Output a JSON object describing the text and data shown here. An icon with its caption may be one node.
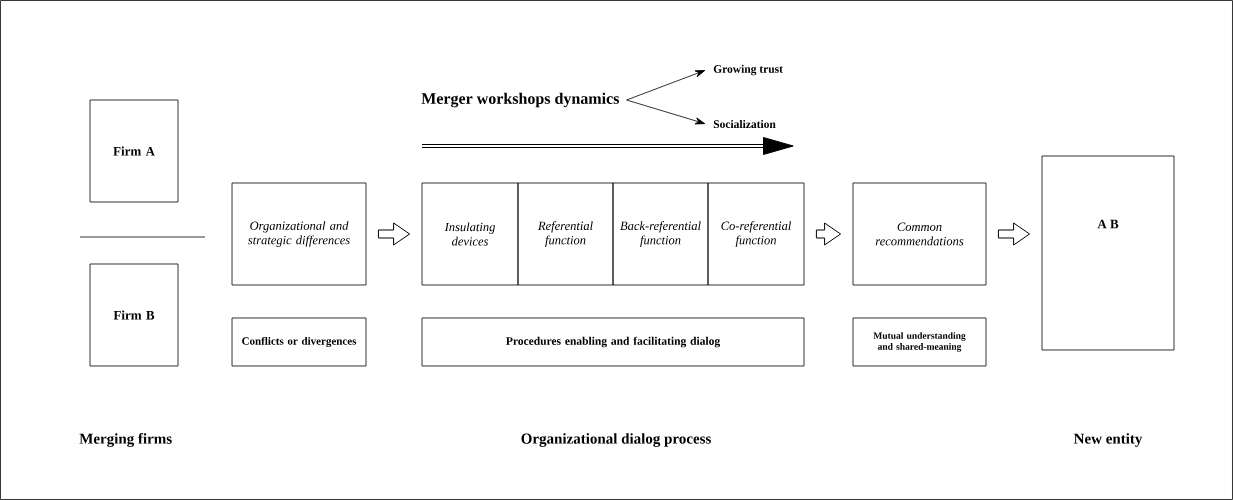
{
  "diagram": {
    "nodes": [
      {
        "text": [
          "Firm A"
        ]
      },
      {
        "text": [
          "Firm B"
        ]
      },
      {
        "text": [
          "Organizational and strategic differences"
        ]
      },
      {
        "text": [
          "Insulating devices"
        ]
      },
      {
        "text": [
          "Referential function"
        ]
      },
      {
        "text": [
          "Back-referential function"
        ]
      },
      {
        "text": [
          "Co-referential function"
        ]
      },
      {
        "text": [
          "Common recommendations"
        ]
      },
      {
        "text": [
          "A B"
        ]
      },
      {
        "text": [
          "Conflicts or divergences"
        ]
      },
      {
        "text": [
          "Procedures enabling and facilitating dialog"
        ]
      },
      {
        "text": [
          "Mutual understanding and shared-meaning"
        ]
      },
      {
        "text": [
          "Merger workshops dynamics"
        ]
      },
      {
        "text": [
          "Growing trust"
        ]
      },
      {
        "text": [
          "Socialization"
        ]
      }
    ],
    "edges": [
      {
        "from": 2,
        "to": 3,
        "arrow": "to"
      },
      {
        "from": 6,
        "to": 7,
        "arrow": "to"
      },
      {
        "from": 7,
        "to": 8,
        "arrow": "to"
      },
      {
        "from": 12,
        "to": 13,
        "arrow": "to"
      },
      {
        "from": 12,
        "to": 14,
        "arrow": "to"
      }
    ],
    "labels": [
      "Merging firms",
      "Organizational dialog  process",
      "New entity"
    ]
  }
}
